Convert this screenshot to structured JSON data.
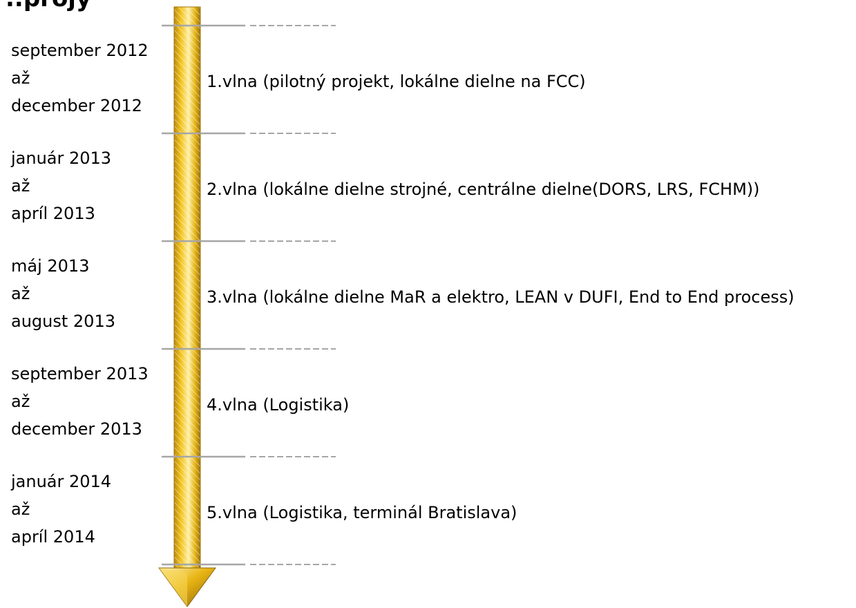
{
  "header": {
    "title_fragment": "..projy"
  },
  "timeline": {
    "accent_gold": "#f2c21b",
    "tick_color": "#a6a6a6",
    "phases": [
      {
        "start": "september 2012",
        "connector": "až",
        "end": "december 2012",
        "label": "1.vlna (pilotný projekt, lokálne dielne na FCC)"
      },
      {
        "start": "január 2013",
        "connector": "až",
        "end": "apríl 2013",
        "label": "2.vlna (lokálne dielne strojné, centrálne dielne(DORS, LRS, FCHM))"
      },
      {
        "start": "máj 2013",
        "connector": "až",
        "end": "august 2013",
        "label": "3.vlna (lokálne dielne MaR a elektro,  LEAN v DUFI, End to End process)"
      },
      {
        "start": "september 2013",
        "connector": "až",
        "end": "december 2013",
        "label": "4.vlna (Logistika)"
      },
      {
        "start": "január 2014",
        "connector": "až",
        "end": "apríl 2014",
        "label": "5.vlna (Logistika, terminál Bratislava)"
      }
    ]
  }
}
